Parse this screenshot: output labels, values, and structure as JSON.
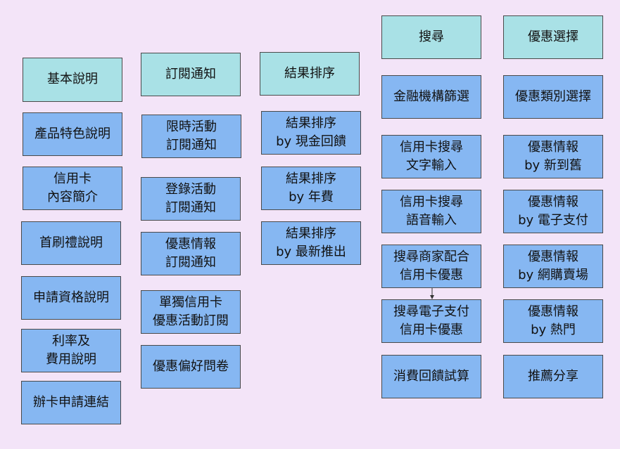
{
  "columns": [
    {
      "header": "基本說明",
      "items": [
        "產品特色說明",
        "信用卡\n內容簡介",
        "首刷禮說明",
        "申請資格說明",
        "利率及\n費用說明",
        "辦卡申請連結"
      ]
    },
    {
      "header": "訂閱通知",
      "items": [
        "限時活動\n訂閱通知",
        "登錄活動\n訂閱通知",
        "優惠情報\n訂閱通知",
        "單獨信用卡\n優惠活動訂閱",
        "優惠偏好問卷"
      ]
    },
    {
      "header": "結果排序",
      "items": [
        "結果排序\nby 現金回饋",
        "結果排序\nby 年費",
        "結果排序\nby 最新推出"
      ]
    },
    {
      "header": "搜尋",
      "items": [
        "金融機構篩選",
        "信用卡搜尋\n文字輸入",
        "信用卡搜尋\n語音輸入",
        "搜尋商家配合\n信用卡優惠",
        "搜尋電子支付\n信用卡優惠",
        "消費回饋試算"
      ]
    },
    {
      "header": "優惠選擇",
      "items": [
        "優惠類別選擇",
        "優惠情報\nby 新到舊",
        "優惠情報\nby 電子支付",
        "優惠情報\nby 網購賣場",
        "優惠情報\nby 熱門",
        "推薦分享"
      ]
    }
  ]
}
